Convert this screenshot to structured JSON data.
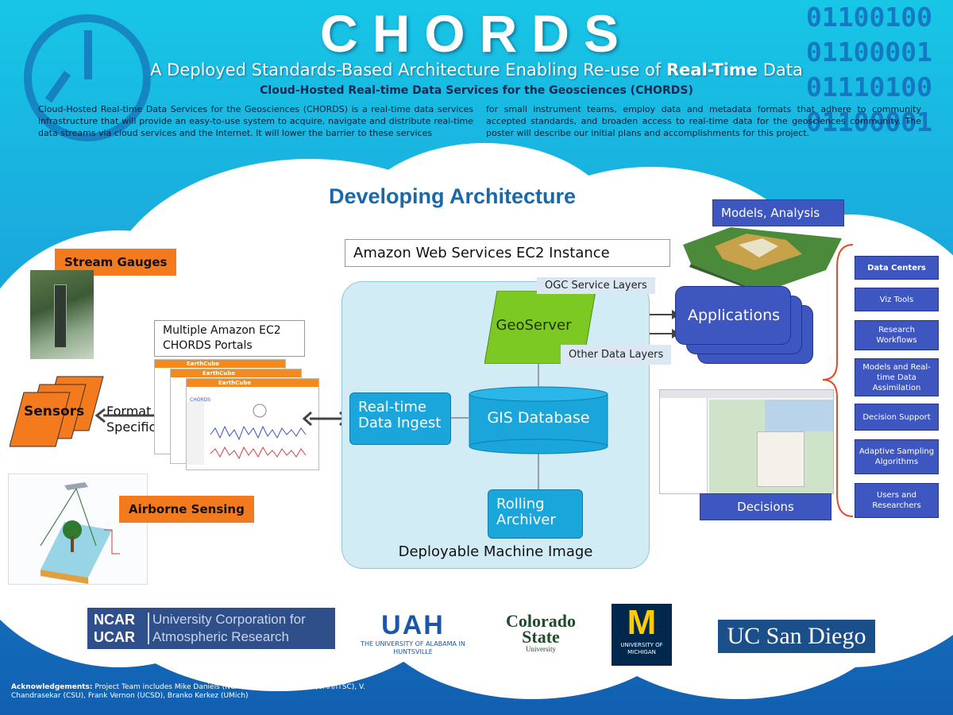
{
  "header": {
    "title": "CHORDS",
    "subtitle_prefix": "A Deployed Standards-Based Architecture Enabling Re-use of ",
    "subtitle_bold": "Real-Time",
    "subtitle_suffix": " Data",
    "subtitle2": "Cloud-Hosted Real-time Data Services for the Geosciences (CHORDS)",
    "binary": [
      "01100100",
      "01100001",
      "01110100",
      "01100001"
    ]
  },
  "intro": {
    "left": "Cloud-Hosted Real-time Data Services for the Geosciences (CHORDS) is a real-time data services infrastructure that will provide an easy-to-use system to acquire, navigate and distribute real-time data streams via cloud services and the Internet. It will lower the barrier to these services",
    "right": "for small instrument teams, employ data and metadata formats that adhere to community accepted standards, and broaden access to real-time data for the geosciences community. The poster will describe our initial plans and accomplishments for this project."
  },
  "diagram": {
    "heading": "Developing Architecture",
    "stream_gauges": "Stream Gauges",
    "airborne_sensing": "Airborne Sensing",
    "sensors": "Sensors",
    "format_spec": "Format Specification",
    "portals_label": "Multiple Amazon EC2 CHORDS Portals",
    "portal_bar_text": "EarthCube",
    "portal_brand": "CHORDS",
    "aws_label": "Amazon Web Services EC2 Instance",
    "ogc_layers": "OGC Service Layers",
    "geoserver": "GeoServer",
    "other_layers": "Other Data Layers",
    "realtime_ingest": "Real-time Data Ingest",
    "gis_database": "GIS Database",
    "rolling_archiver": "Rolling Archiver",
    "machine_image": "Deployable Machine Image",
    "models_analysis": "Models, Analysis",
    "applications": "Applications",
    "decisions": "Decisions",
    "right_items": [
      "Data Centers",
      "Viz Tools",
      "Research Workflows",
      "Models and Real-time Data Assimilation",
      "Decision Support",
      "Adaptive Sampling Algorithms",
      "Users and Researchers"
    ]
  },
  "logos": {
    "ncar_left": "NCAR UCAR",
    "ncar_right": "University Corporation for Atmospheric Research",
    "uah_mark": "UAH",
    "uah_text": "THE UNIVERSITY OF ALABAMA IN HUNTSVILLE",
    "csu_line1": "Colorado",
    "csu_line2": "State",
    "csu_line3": "University",
    "umich_mark": "M",
    "umich_text": "UNIVERSITY OF MICHIGAN",
    "ucsd": "UC San Diego"
  },
  "ack": {
    "label": "Acknowledgements:",
    "text": " Project Team includes Mike Daniels (NCAR/EOL), Sara Graves (UAH/ITSC), V. Chandrasekar (CSU), Frank Vernon (UCSD), Branko Kerkez (UMich)"
  },
  "colors": {
    "orange": "#f47a1e",
    "app_blue": "#3e56c0",
    "cyan": "#1aa6da",
    "geoserver_green": "#7dc924",
    "heading_blue": "#1a68a8"
  }
}
